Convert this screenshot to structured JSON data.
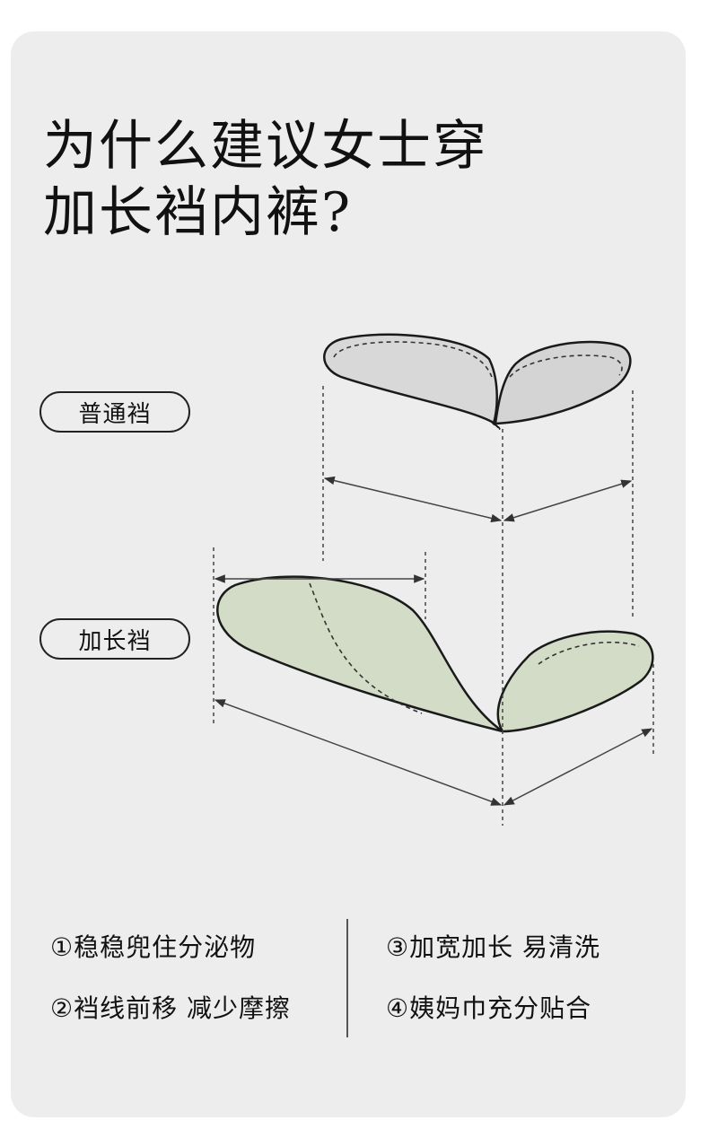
{
  "title": {
    "line1": "为什么建议女士穿",
    "line2": "加长裆内裤?"
  },
  "labels": {
    "normal": "普通裆",
    "long": "加长裆"
  },
  "benefits": [
    "①稳稳兜住分泌物",
    "②裆线前移 减少摩擦",
    "③加宽加长 易清洗",
    "④姨妈巾充分贴合"
  ],
  "colors": {
    "background": "#ededed",
    "normal_gusset": "#d4d4d4",
    "long_gusset": "#d3dcc6"
  }
}
